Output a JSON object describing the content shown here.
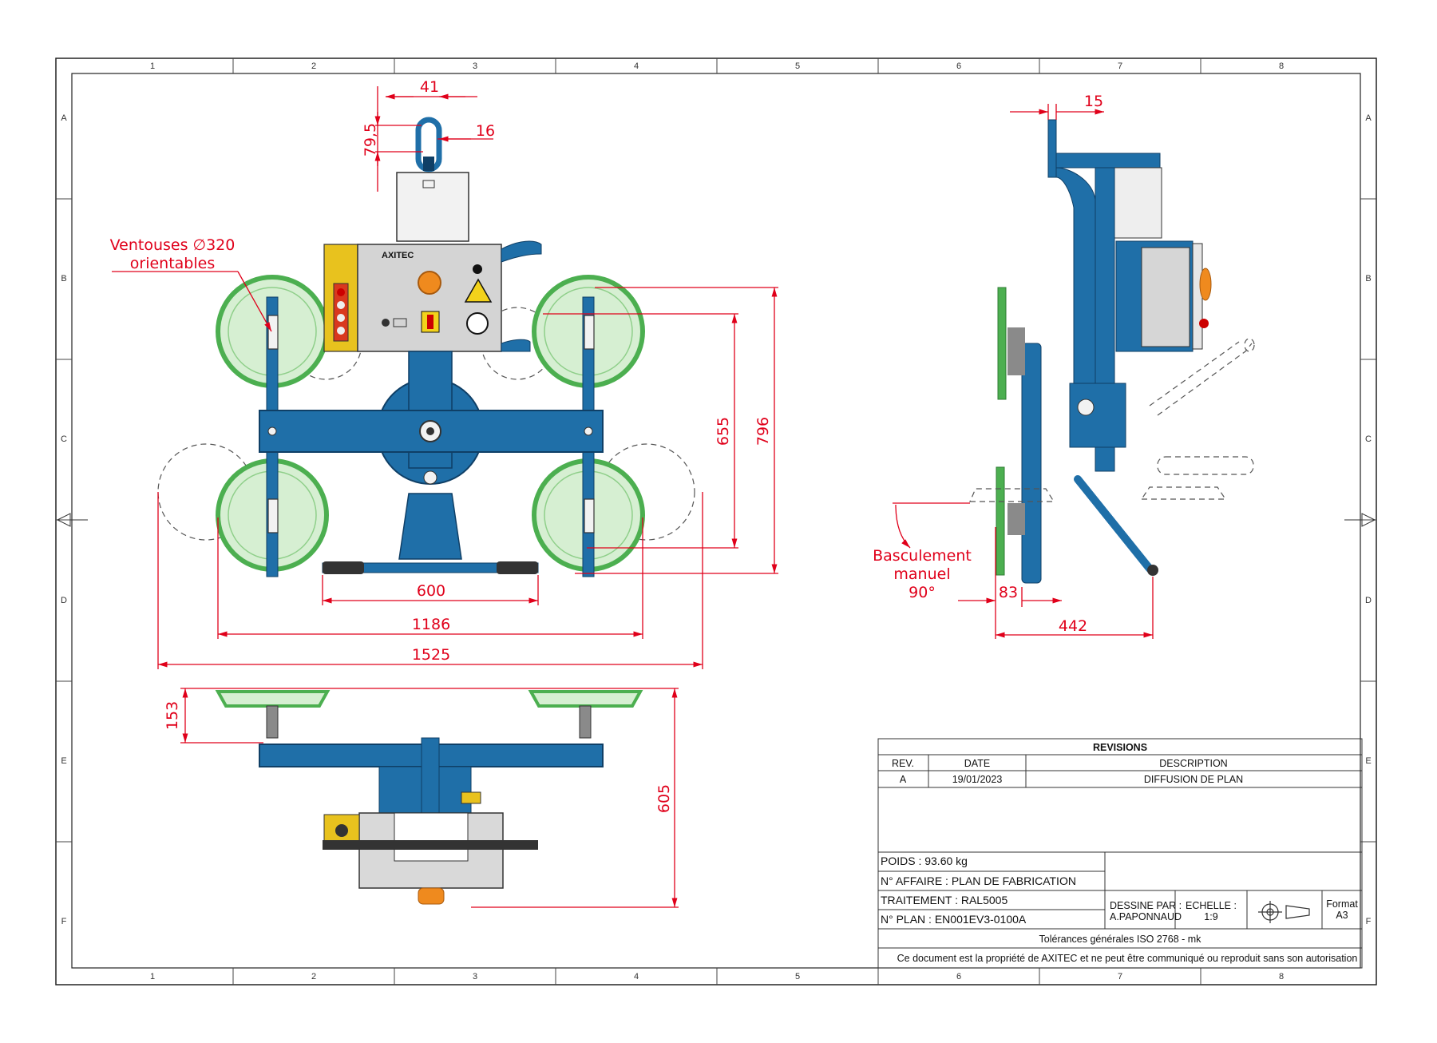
{
  "frame": {
    "columns": [
      "1",
      "2",
      "3",
      "4",
      "5",
      "6",
      "7",
      "8"
    ],
    "rows": [
      "A",
      "B",
      "C",
      "D",
      "E",
      "F"
    ]
  },
  "front_view": {
    "dims": {
      "d41": "41",
      "d16": "16",
      "d79": "79,5",
      "d655": "655",
      "d796": "796",
      "d600": "600",
      "d1186": "1186",
      "d1525": "1525"
    },
    "callout": {
      "line1": "Ventouses ∅320",
      "line2": "orientables"
    },
    "control_box": {
      "brand": "AXITEC"
    }
  },
  "side_view": {
    "dims": {
      "d15": "15",
      "d83": "83",
      "d442": "442"
    },
    "callout": {
      "line1": "Basculement",
      "line2": "manuel",
      "line3": "90°"
    }
  },
  "top_view": {
    "dims": {
      "d153": "153",
      "d605": "605"
    }
  },
  "title_block": {
    "revisions_title": "REVISIONS",
    "col_rev": "REV.",
    "col_date": "DATE",
    "col_desc": "DESCRIPTION",
    "rows": [
      {
        "rev": "A",
        "date": "19/01/2023",
        "desc": "DIFFUSION DE PLAN"
      }
    ],
    "poids": "POIDS : 93.60 kg",
    "affaire": "N° AFFAIRE : PLAN DE FABRICATION",
    "traitement": "TRAITEMENT : RAL5005",
    "plan": "N° PLAN :  EN001EV3-0100A",
    "dessine_label": "DESSINE PAR :",
    "dessine_name": "A.PAPONNAUD",
    "echelle_label": "ECHELLE :",
    "echelle_value": "1:9",
    "format_label": "Format",
    "format_value": "A3",
    "tolerances": "Tolérances générales   ISO 2768 - mk",
    "copyright": "Ce document est la propriété de AXITEC et ne peut être communiqué ou reproduit sans son autorisation"
  },
  "colors": {
    "structure_blue": "#1f6fa8",
    "structure_dark": "#0f3f66",
    "suction_green": "#4caf50",
    "suction_light": "#d6efd2",
    "dimension_red": "#e0001a",
    "box_grey": "#c9c9c9",
    "button_orange": "#ef8a1e"
  }
}
